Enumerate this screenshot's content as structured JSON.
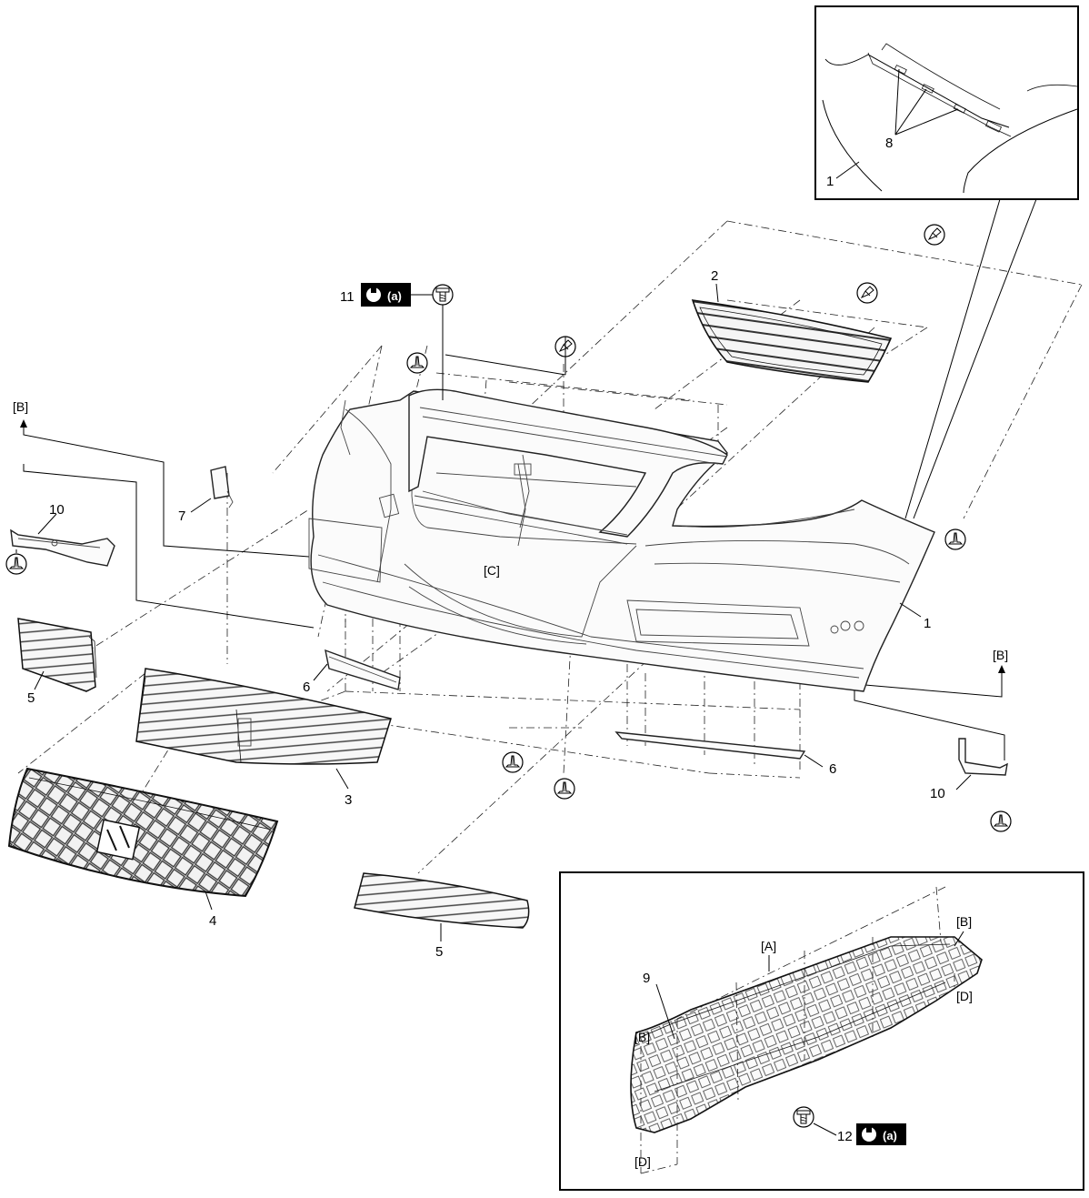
{
  "callouts": {
    "p1_main": "1",
    "p1_inset": "1",
    "p2": "2",
    "p3": "3",
    "p4": "4",
    "p5_left": "5",
    "p5_bottom": "5",
    "p6_left": "6",
    "p6_right": "6",
    "p7": "7",
    "p8": "8",
    "p9": "9",
    "p10_left": "10",
    "p10_right": "10",
    "p11": "11",
    "p12": "12"
  },
  "references": {
    "b_upper_left": "[B]",
    "b_right": "[B]",
    "c_center": "[C]",
    "a_inset": "[A]",
    "b_inset_right": "[B]",
    "d_inset_right": "[D]",
    "b_inset_left": "[B]",
    "d_inset_left": "[D]"
  },
  "torque_badges": {
    "bolt_11": "(a)",
    "bolt_12": "(a)"
  },
  "icons": [
    "clip-icon",
    "push-rivet-icon",
    "bolt-icon",
    "torque-wrench-icon",
    "arrow-up-icon"
  ]
}
